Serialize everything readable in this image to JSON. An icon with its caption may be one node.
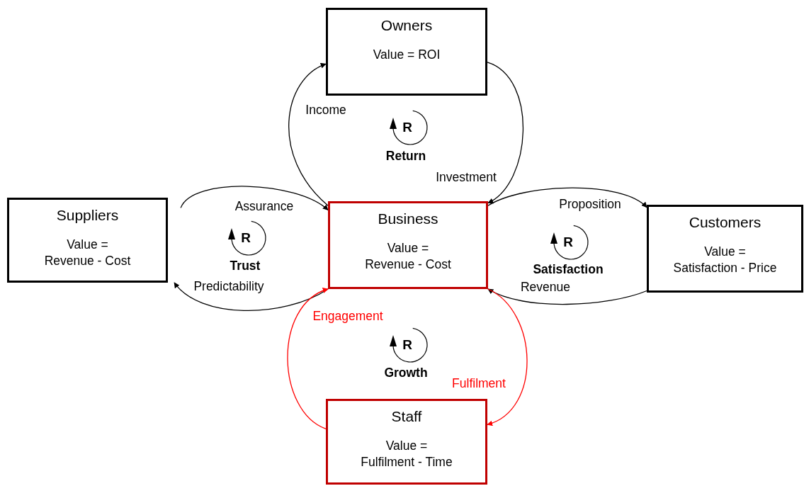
{
  "diagram": {
    "nodes": [
      {
        "text": [
          "Owners",
          "Value = ROI"
        ]
      },
      {
        "text": [
          "Suppliers",
          "Value = Revenue - Cost"
        ]
      },
      {
        "text": [
          "Business",
          "Value = Revenue - Cost"
        ]
      },
      {
        "text": [
          "Customers",
          "Value = Satisfaction - Price"
        ]
      },
      {
        "text": [
          "Staff",
          "Value = Fulfilment - Time"
        ]
      }
    ],
    "edges": [
      {
        "from": 2,
        "to": 0,
        "arrow": "to",
        "label": "Income"
      },
      {
        "from": 0,
        "to": 2,
        "arrow": "to",
        "label": "Investment"
      },
      {
        "from": 1,
        "to": 2,
        "arrow": "to",
        "label": "Assurance"
      },
      {
        "from": 2,
        "to": 1,
        "arrow": "to",
        "label": "Predictability"
      },
      {
        "from": 2,
        "to": 3,
        "arrow": "to",
        "label": "Proposition"
      },
      {
        "from": 3,
        "to": 2,
        "arrow": "to",
        "label": "Revenue"
      },
      {
        "from": 4,
        "to": 2,
        "arrow": "to",
        "label": "Engagement",
        "color": "#ff0000"
      },
      {
        "from": 2,
        "to": 4,
        "arrow": "to",
        "label": "Fulfilment",
        "color": "#ff0000"
      }
    ],
    "labels": [
      "R",
      "Return",
      "R",
      "Trust",
      "R",
      "Satisfaction",
      "R",
      "Growth"
    ]
  }
}
